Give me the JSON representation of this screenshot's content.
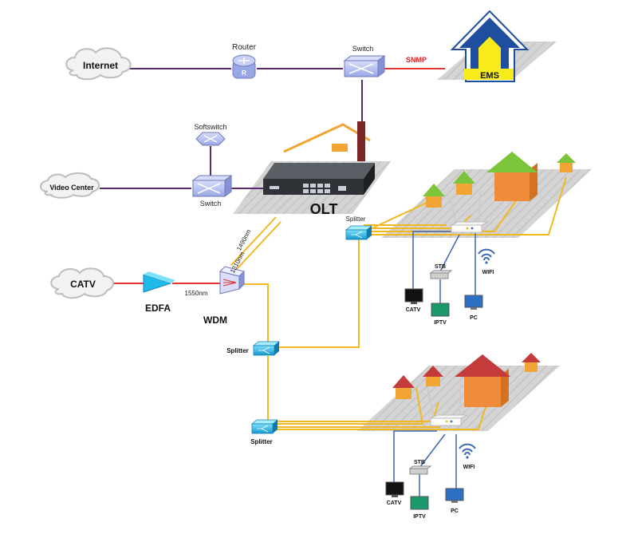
{
  "labels": {
    "internet": "Internet",
    "router": "Router",
    "router_mark": "R",
    "switch_top": "Switch",
    "snmp": "SNMP",
    "ems": "EMS",
    "softswitch": "Softswitch",
    "video_center": "Video Center",
    "switch_mid": "Switch",
    "olt": "OLT",
    "catv_cloud": "CATV",
    "edfa": "EDFA",
    "wdm": "WDM",
    "wl_1490": "1490nm",
    "wl_1310": "1310nm",
    "wl_1550": "1550nm",
    "splitter_top": "Splitter",
    "splitter_mid": "Splitter",
    "splitter_bottom": "Splitter",
    "top_stb": "STB",
    "top_wifi": "WIFI",
    "top_catv": "CATV",
    "top_iptv": "IPTV",
    "top_pc": "PC",
    "bottom_stb": "STB",
    "bottom_wifi": "WIFI",
    "bottom_catv": "CATV",
    "bottom_iptv": "IPTV",
    "bottom_pc": "PC"
  },
  "colors": {
    "ethernet_line": "#5b2a6e",
    "fiber_line": "#f2b824",
    "rf_line": "#e23232",
    "user_line": "#3d67b3",
    "platform": "#d3d3d3",
    "switch_blue": "#b9c3f2",
    "splitter_cyan": "#1fb9e8",
    "house_green": "#7cc43a",
    "house_orange": "#ee8c3a",
    "house_red": "#c33b3b",
    "ems_blue": "#1f4e9e",
    "ems_yellow": "#f7ec1a",
    "snmp_text": "#e02020"
  }
}
